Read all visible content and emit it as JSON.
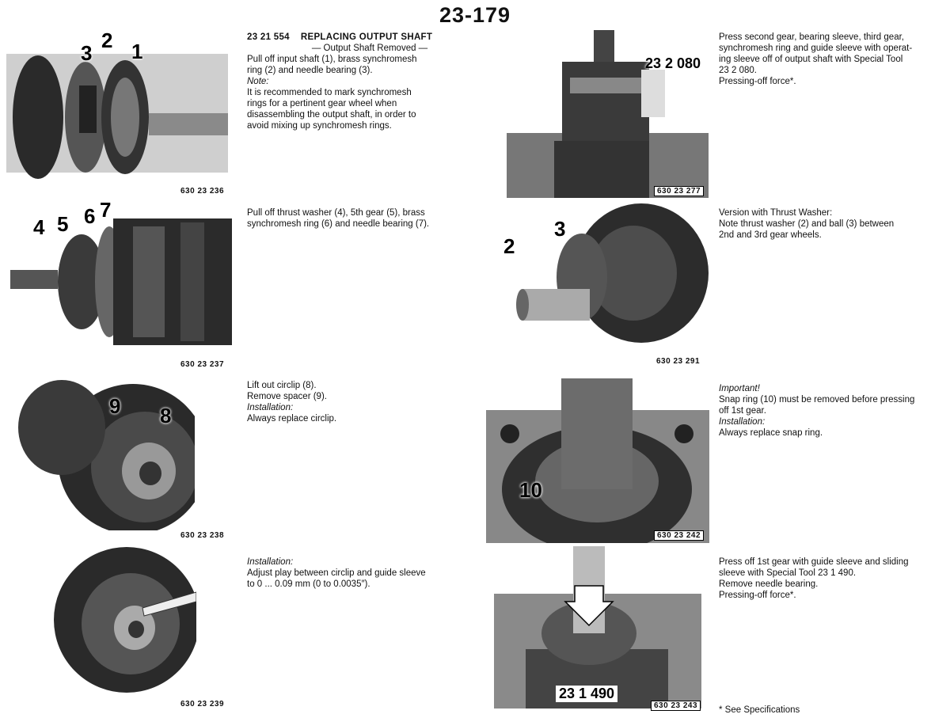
{
  "page_number": "23-179",
  "header": {
    "code": "23 21 554",
    "title": "REPLACING OUTPUT SHAFT",
    "subtitle": "— Output Shaft Removed —"
  },
  "figures": [
    {
      "id": "630 23 236",
      "callouts": [
        "3",
        "2",
        "1"
      ]
    },
    {
      "id": "630 23 237",
      "callouts": [
        "4",
        "5",
        "6",
        "7"
      ]
    },
    {
      "id": "630 23 238",
      "callouts": [
        "9",
        "8"
      ]
    },
    {
      "id": "630 23 239",
      "callouts": []
    },
    {
      "id": "630 23 277",
      "callouts": [
        "23 2 080"
      ]
    },
    {
      "id": "630 23 291",
      "callouts": [
        "2",
        "3"
      ]
    },
    {
      "id": "630 23 242",
      "callouts": [
        "10"
      ]
    },
    {
      "id": "630 23 243",
      "callouts": [
        "23 1 490"
      ]
    }
  ],
  "steps": {
    "s1": {
      "line1": "Pull off input shaft (1), brass synchromesh",
      "line2": "ring (2) and needle bearing (3).",
      "note_label": "Note:",
      "note1": "It is recommended to mark synchromesh",
      "note2": "rings for a pertinent gear wheel when",
      "note3": "disassembling the output shaft, in order to",
      "note4": "avoid mixing up synchromesh rings."
    },
    "s2": {
      "line1": "Pull off thrust washer (4), 5th gear (5), brass",
      "line2": "synchromesh ring (6) and needle bearing (7)."
    },
    "s3": {
      "line1": "Lift out circlip (8).",
      "line2": "Remove spacer (9).",
      "label": "Installation:",
      "line3": "Always replace circlip."
    },
    "s4": {
      "label": "Installation:",
      "line1": "Adjust play between circlip and guide sleeve",
      "line2": "to 0 ... 0.09 mm (0 to 0.0035″)."
    },
    "s5": {
      "line1": "Press second gear, bearing sleeve, third gear,",
      "line2": "synchromesh ring and guide sleeve with operat-",
      "line3": "ing sleeve off of output shaft with Special Tool",
      "line4": "23 2 080.",
      "line5": "Pressing-off force*."
    },
    "s6": {
      "line1": "Version with Thrust Washer:",
      "line2": "Note thrust washer (2) and ball (3) between",
      "line3": "2nd and 3rd gear wheels."
    },
    "s7": {
      "label": "Important!",
      "line1": "Snap ring (10) must be removed before pressing",
      "line2": "off 1st gear.",
      "label2": "Installation:",
      "line3": "Always replace snap ring."
    },
    "s8": {
      "line1": "Press off 1st gear with guide sleeve and sliding",
      "line2": "sleeve with Special Tool 23 1 490.",
      "line3": "Remove needle bearing.",
      "line4": "Pressing-off force*."
    }
  },
  "footnote": "* See Specifications"
}
